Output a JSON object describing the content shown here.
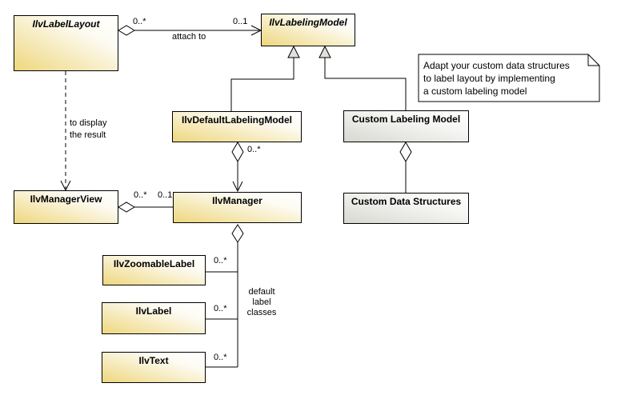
{
  "diagram": {
    "classes": {
      "labelLayout": {
        "label": "IlvLabelLayout"
      },
      "labelingModel": {
        "label": "IlvLabelingModel"
      },
      "defaultLabelingModel": {
        "label": "IlvDefaultLabelingModel"
      },
      "customLabelingModel": {
        "label": "Custom Labeling Model"
      },
      "managerView": {
        "label": "IlvManagerView"
      },
      "manager": {
        "label": "IlvManager"
      },
      "zoomableLabel": {
        "label": "IlvZoomableLabel"
      },
      "ilvLabel": {
        "label": "IlvLabel"
      },
      "ilvText": {
        "label": "IlvText"
      },
      "customDataStructures": {
        "label": "Custom Data Structures"
      }
    },
    "note": {
      "line1": "Adapt your custom data structures",
      "line2": "to label layout by implementing",
      "line3": "a custom labeling model"
    },
    "edge_labels": {
      "attach_mult_source": "0..*",
      "attach_name": "attach to",
      "attach_mult_target": "0..1",
      "display_line1": "to display",
      "display_line2": "the result",
      "view_mult_source": "0..*",
      "view_mult_target": "0..1",
      "default_model_mult": "0..*",
      "zoomable_mult": "0..*",
      "label_mult": "0..*",
      "text_mult": "0..*",
      "default_classes_line1": "default",
      "default_classes_line2": "label",
      "default_classes_line3": "classes"
    },
    "colors": {
      "class_gradient_start": "#eed77e",
      "class_gradient_end": "#ffffff",
      "custom_gradient_start": "#d8d8d2",
      "custom_gradient_end": "#ffffff",
      "border": "#000000",
      "triangle_fill": "#e0e0dc",
      "background": "#ffffff"
    }
  }
}
